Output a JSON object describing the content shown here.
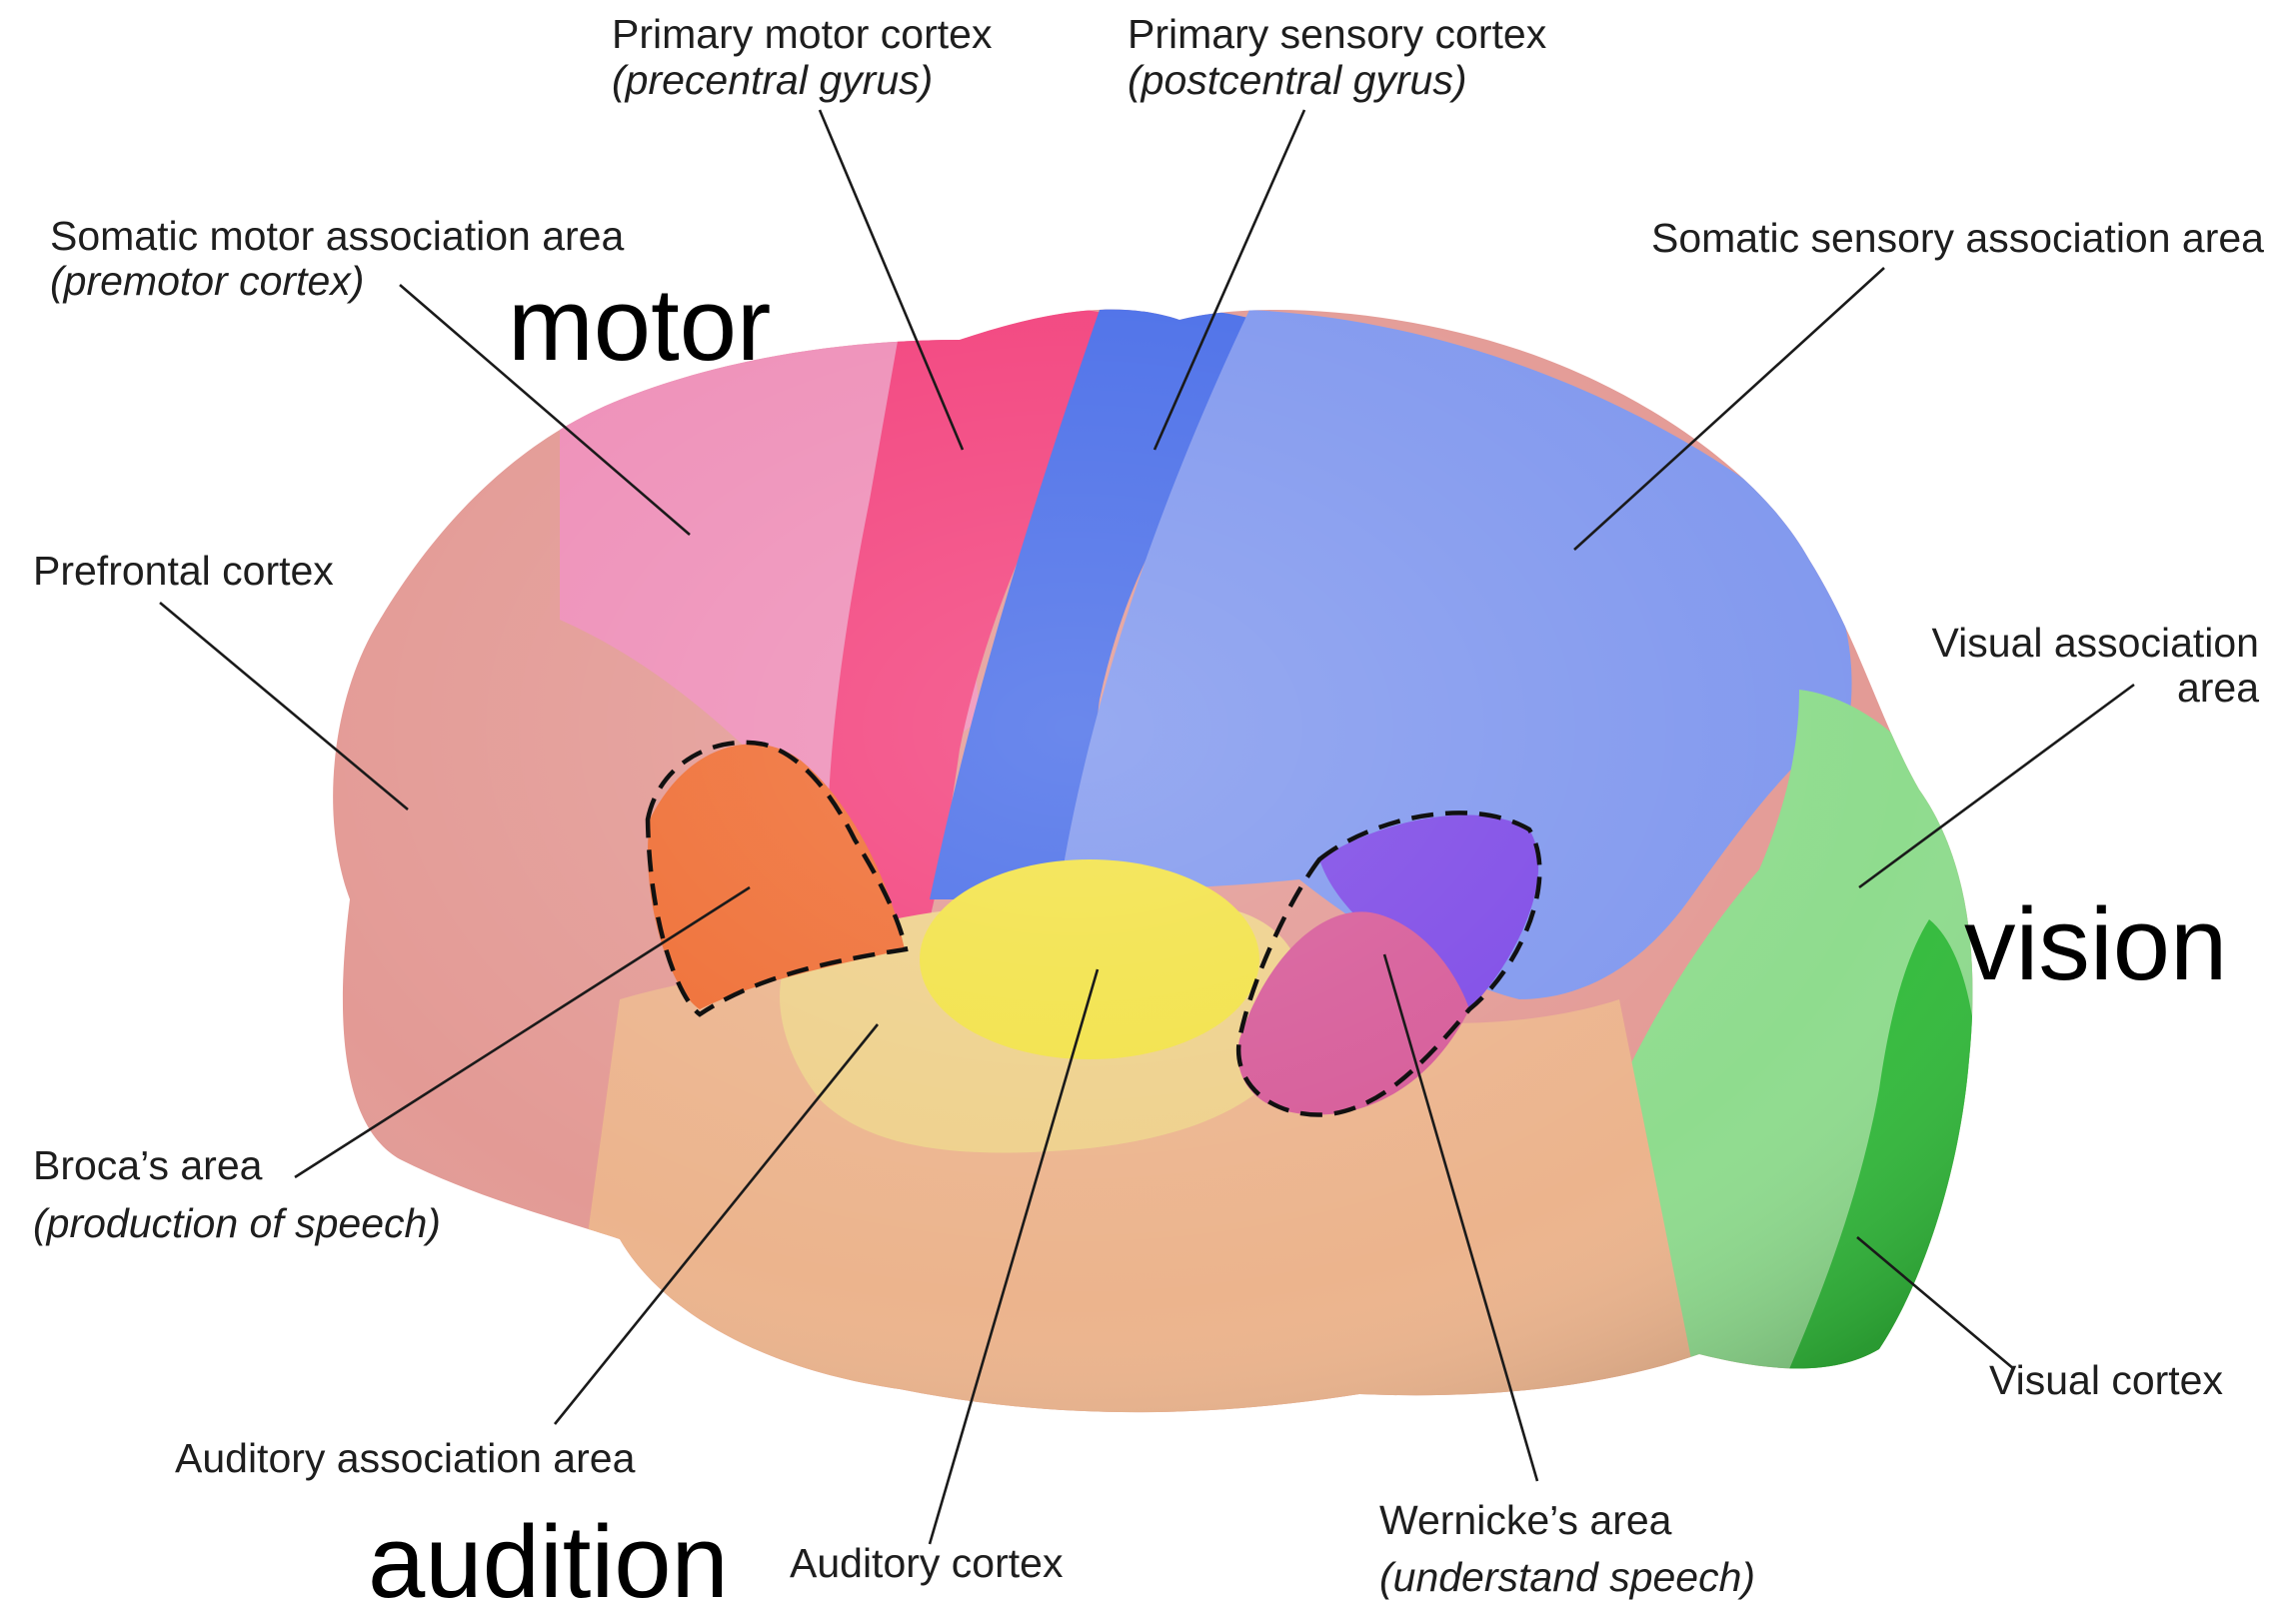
{
  "labels": {
    "primary_motor": {
      "title": "Primary motor cortex",
      "sub": "(precentral gyrus)"
    },
    "primary_sensory": {
      "title": "Primary sensory cortex",
      "sub": "(postcentral gyrus)"
    },
    "somatic_motor_assoc": {
      "title": "Somatic motor association area",
      "sub": "(premotor cortex)"
    },
    "somatic_sensory_assoc": {
      "title": "Somatic sensory association area"
    },
    "prefrontal": {
      "title": "Prefrontal cortex"
    },
    "visual_assoc": {
      "line1": "Visual association",
      "line2": "area"
    },
    "broca": {
      "title": "Broca’s area",
      "sub": "(production of speech)"
    },
    "auditory_assoc": {
      "title": "Auditory association area"
    },
    "auditory_cortex": {
      "title": "Auditory cortex"
    },
    "wernicke": {
      "title": "Wernicke’s area",
      "sub": "(understand speech)"
    },
    "visual_cortex": {
      "title": "Visual cortex"
    }
  },
  "overlays": {
    "motor": "motor",
    "vision": "vision",
    "audition": "audition"
  },
  "region_colors": {
    "prefrontal": "#e39a95",
    "premotor": "#ee8fb8",
    "primary_motor": "#f2427d",
    "primary_sensory": "#4a6ee8",
    "sensory_association": "#8198ee",
    "auditory_cortex": "#f2e246",
    "auditory_association": "#eed08a",
    "temporal": "#ecb48d",
    "visual_association": "#8fdc8e",
    "visual_cortex": "#33bb3c",
    "broca": "#ef6d33",
    "wernicke_upper": "#7e4ae6",
    "wernicke_lower": "#d65a98"
  }
}
